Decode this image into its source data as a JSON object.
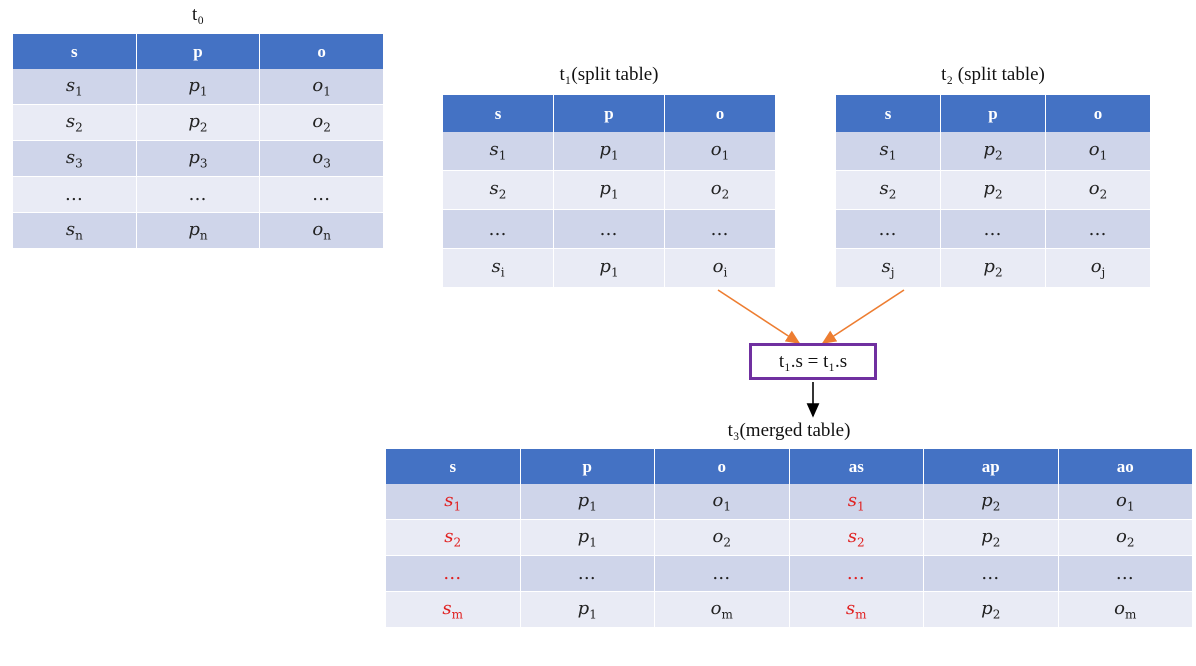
{
  "captions": {
    "t0": "t₀",
    "t1": "t₁(split table)",
    "t2": "t₂ (split table)",
    "t3": "t₃(merged table)"
  },
  "join_condition": "t₁.s = t₁.s",
  "colors": {
    "header_bg": "#4472c4",
    "row_dark": "#cfd5ea",
    "row_light": "#e9ebf5",
    "highlight_text": "#e02020",
    "join_box_border": "#7030a0",
    "split_arrow": "#ed7d31",
    "merge_arrow": "#000000"
  },
  "tables": {
    "t0": {
      "headers": [
        "s",
        "p",
        "o"
      ],
      "rows": [
        [
          "s|1",
          "p|1",
          "o|1"
        ],
        [
          "s|2",
          "p|2",
          "o|2"
        ],
        [
          "s|3",
          "p|3",
          "o|3"
        ],
        [
          "…",
          "…",
          "…"
        ],
        [
          "s|n",
          "p|n",
          "o|n"
        ]
      ]
    },
    "t1": {
      "headers": [
        "s",
        "p",
        "o"
      ],
      "rows": [
        [
          "s|1",
          "p|1",
          "o|1"
        ],
        [
          "s|2",
          "p|1",
          "o|2"
        ],
        [
          "…",
          "…",
          "…"
        ],
        [
          "s|i",
          "p|1",
          "o|i"
        ]
      ]
    },
    "t2": {
      "headers": [
        "s",
        "p",
        "o"
      ],
      "rows": [
        [
          "s|1",
          "p|2",
          "o|1"
        ],
        [
          "s|2",
          "p|2",
          "o|2"
        ],
        [
          "…",
          "…",
          "…"
        ],
        [
          "s|j",
          "p|2",
          "o|j"
        ]
      ]
    },
    "t3": {
      "headers": [
        "s",
        "p",
        "o",
        "as",
        "ap",
        "ao"
      ],
      "highlight_columns": [
        0,
        3
      ],
      "rows": [
        [
          "s|1",
          "p|1",
          "o|1",
          "s|1",
          "p|2",
          "o|1"
        ],
        [
          "s|2",
          "p|1",
          "o|2",
          "s|2",
          "p|2",
          "o|2"
        ],
        [
          "…",
          "…",
          "…",
          "…",
          "…",
          "…"
        ],
        [
          "s|m",
          "p|1",
          "o|m",
          "s|m",
          "p|2",
          "o|m"
        ]
      ]
    }
  }
}
